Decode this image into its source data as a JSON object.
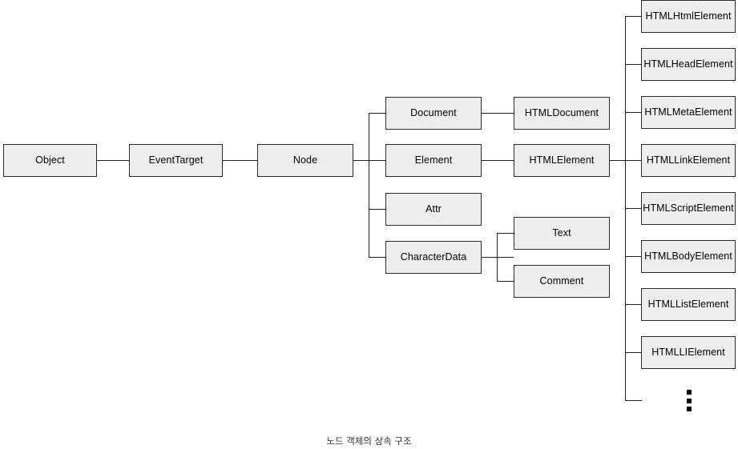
{
  "diagram": {
    "caption": "노드 객체의 상속 구조",
    "colors": {
      "box_fill": "#eeeeee",
      "box_border": "#2b2b33",
      "connector": "#20202a",
      "text": "#000000",
      "background": "#ffffff"
    },
    "ellipsis_symbol": "vertical-ellipsis-icon",
    "nodes": {
      "object": "Object",
      "event_target": "EventTarget",
      "node": "Node",
      "document": "Document",
      "element": "Element",
      "attr": "Attr",
      "character_data": "CharacterData",
      "html_document": "HTMLDocument",
      "html_element": "HTMLElement",
      "text": "Text",
      "comment": "Comment",
      "html_html_element": "HTMLHtmlElement",
      "html_head_element": "HTMLHeadElement",
      "html_meta_element": "HTMLMetaElement",
      "html_link_element": "HTMLLinkElement",
      "html_script_element": "HTMLScriptElement",
      "html_body_element": "HTMLBodyElement",
      "html_list_element": "HTMLListElement",
      "html_li_element": "HTMLLIElement"
    }
  }
}
